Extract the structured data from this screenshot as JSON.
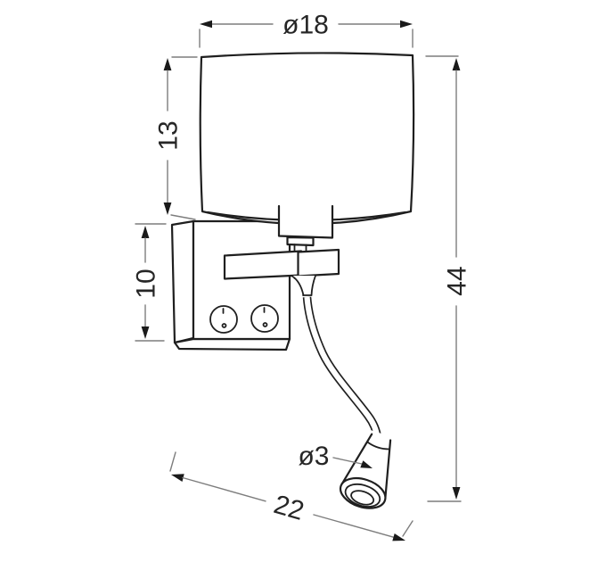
{
  "drawing": {
    "subject": "wall lamp with cylindrical shade and flexible reading light",
    "background_color": "#ffffff",
    "outline_color": "#1f1f1f",
    "dimension_line_color": "#7d7d7d",
    "label_color": "#262626"
  },
  "dimensions": {
    "shade_diameter": "ø18",
    "shade_height": "13",
    "backplate_height": "10",
    "total_height": "44",
    "reader_head_diameter": "ø3",
    "reader_reach": "22"
  }
}
